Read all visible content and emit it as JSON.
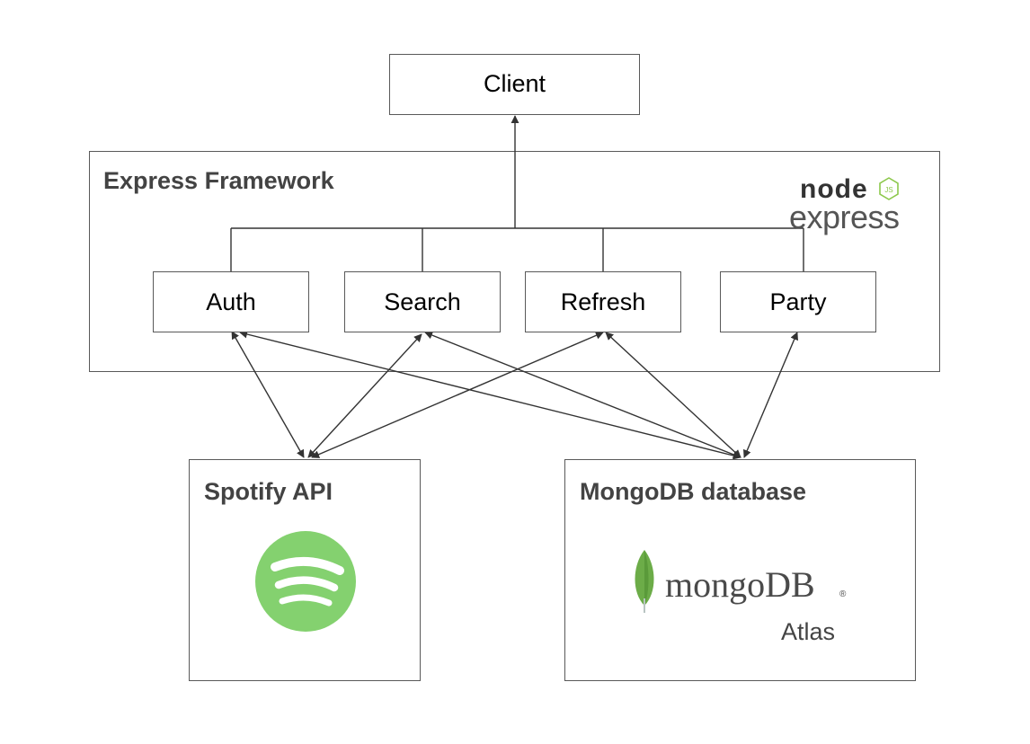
{
  "diagram": {
    "client": {
      "label": "Client"
    },
    "express": {
      "title": "Express Framework",
      "logo": {
        "node_text": "node",
        "js_badge": "JS",
        "express_text": "express"
      }
    },
    "modules": [
      {
        "label": "Auth"
      },
      {
        "label": "Search"
      },
      {
        "label": "Refresh"
      },
      {
        "label": "Party"
      }
    ],
    "spotify": {
      "title": "Spotify API",
      "logo_icon": "spotify-logo"
    },
    "mongodb": {
      "title": "MongoDB database",
      "logo_text": "mongoDB",
      "registered_mark": "®",
      "sub_label": "Atlas",
      "logo_icon": "mongodb-leaf"
    },
    "colors": {
      "border": "#595959",
      "title_text": "#434343",
      "spotify_green": "#84d16f",
      "mongo_leaf": "#6cac48",
      "node_dark": "#333333",
      "node_green": "#8cc84b"
    }
  }
}
